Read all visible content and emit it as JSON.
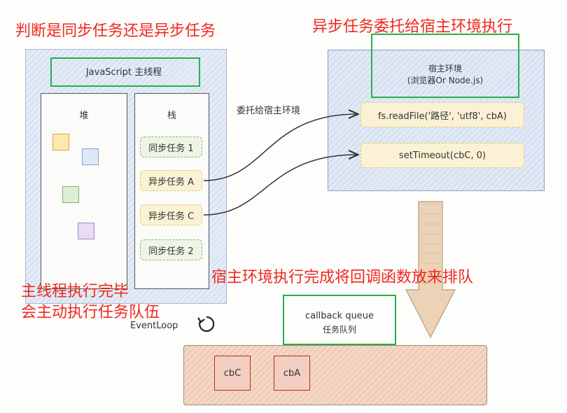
{
  "annotations": {
    "top_left": "判断是同步任务还是异步任务",
    "top_right": "异步任务委托给宿主环境执行",
    "middle_right": "宿主环境执行完成将回调函数放来排队",
    "bottom_left_line1": "主线程执行完毕",
    "bottom_left_line2": "会主动执行任务队伍"
  },
  "main_thread": {
    "title": "JavaScript 主线程",
    "heap_label": "堆",
    "stack_label": "栈",
    "stack_items": [
      "同步任务 1",
      "异步任务 A",
      "异步任务 C",
      "同步任务 2"
    ]
  },
  "delegate_label": "委托给宿主环境",
  "host": {
    "title_line1": "宿主环境",
    "title_line2": "(浏览器Or Node.js)",
    "tasks": [
      "fs.readFile('路径', 'utf8', cbA)",
      "setTimeout(cbC, 0)"
    ]
  },
  "event_loop_label": "EventLoop",
  "queue": {
    "title_line1": "callback queue",
    "title_line2": "任务队列",
    "items": [
      "cbC",
      "cbA"
    ]
  },
  "colors": {
    "annotation_red": "#f0281e",
    "highlight_green": "#27b045",
    "host_bg": "#e3ebf7",
    "queue_bg": "#f4d6c4",
    "arrow": "#e8c9a8"
  }
}
